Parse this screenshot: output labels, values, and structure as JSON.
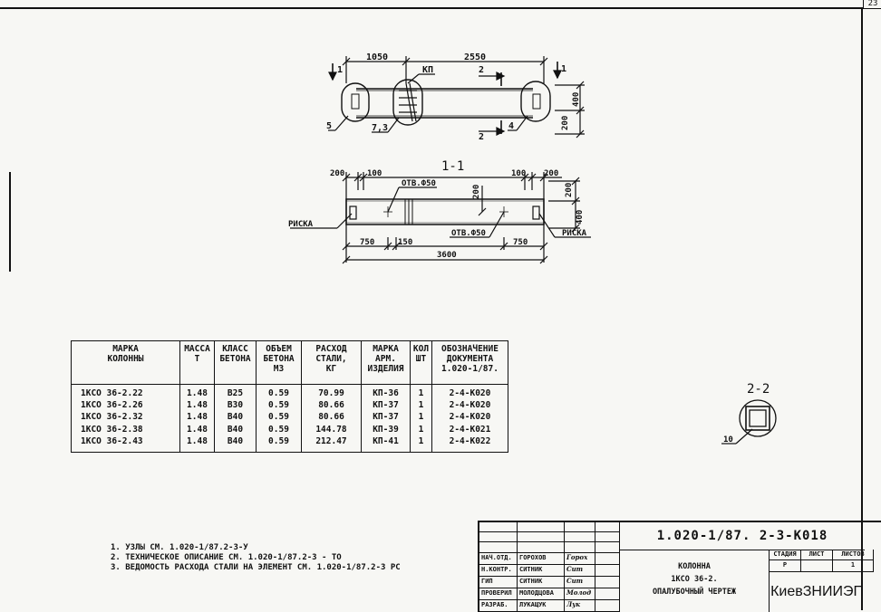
{
  "sheet": {
    "number": "23"
  },
  "plan": {
    "dim_1050": "1050",
    "dim_2550": "2550",
    "label_kp": "КП",
    "label_2_top": "2",
    "label_2_bottom": "2",
    "label_1_left": "1",
    "label_1_right": "1",
    "dim_400": "400",
    "dim_200": "200",
    "pos_5": "5",
    "pos_73": "7,3",
    "pos_4": "4"
  },
  "section_1_1": {
    "title": "1-1",
    "dim_200_left": "200",
    "dim_100_left": "100",
    "hole_top": "ОТВ.Ф50",
    "dim_200_mid": "200",
    "dim_100_right": "100",
    "dim_200_right": "200",
    "dim_200_side": "200",
    "dim_400_side": "400",
    "riska_left": "РИСКА",
    "riska_right": "РИСКА",
    "hole_bottom": "ОТВ.Ф50",
    "dim_750_left": "750",
    "dim_150": "150",
    "dim_750_right": "750",
    "dim_3600": "3600"
  },
  "section_2_2": {
    "title": "2-2",
    "pos_10": "10"
  },
  "spec_table": {
    "headers": [
      [
        "МАРКА",
        "КОЛОННЫ",
        ""
      ],
      [
        "МАССА",
        "Т",
        ""
      ],
      [
        "КЛАСС",
        "БЕТОНА",
        ""
      ],
      [
        "ОБЪЕМ",
        "БЕТОНА",
        "М3"
      ],
      [
        "РАСХОД",
        "СТАЛИ,",
        "КГ"
      ],
      [
        "МАРКА",
        "АРМ.",
        "ИЗДЕЛИЯ"
      ],
      [
        "КОЛ",
        "ШТ",
        ""
      ],
      [
        "ОБОЗНАЧЕНИЕ",
        "ДОКУМЕНТА",
        "1.020-1/87."
      ]
    ],
    "rows": [
      [
        "1КСО 36-2.22",
        "1.48",
        "В25",
        "0.59",
        "70.99",
        "КП-36",
        "1",
        "2-4-К020"
      ],
      [
        "1КСО 36-2.26",
        "1.48",
        "В30",
        "0.59",
        "80.66",
        "КП-37",
        "1",
        "2-4-К020"
      ],
      [
        "1КСО 36-2.32",
        "1.48",
        "В40",
        "0.59",
        "80.66",
        "КП-37",
        "1",
        "2-4-К020"
      ],
      [
        "1КСО 36-2.38",
        "1.48",
        "В40",
        "0.59",
        "144.78",
        "КП-39",
        "1",
        "2-4-К021"
      ],
      [
        "1КСО 36-2.43",
        "1.48",
        "В40",
        "0.59",
        "212.47",
        "КП-41",
        "1",
        "2-4-К022"
      ]
    ]
  },
  "notes": [
    "1. УЗЛЫ СМ. 1.020-1/87.2-3-У",
    "2. ТЕХНИЧЕСКОЕ ОПИСАНИЕ СМ. 1.020-1/87.2-3 - ТО",
    "3. ВЕДОМОСТЬ РАСХОДА СТАЛИ НА ЭЛЕМЕНТ СМ. 1.020-1/87.2-3 РС"
  ],
  "title_block": {
    "code": "1.020-1/87. 2-3-К018",
    "title_lines": [
      "КОЛОННА",
      "1КСО 36-2.",
      "ОПАЛУБОЧНЫЙ ЧЕРТЕЖ"
    ],
    "stage_header": "СТАДИЯ",
    "sheet_header": "ЛИСТ",
    "sheets_header": "ЛИСТОВ",
    "stage_value": "Р",
    "sheet_value": "",
    "sheets_value": "1",
    "organization": "КиевЗНИИЭП",
    "staff": [
      {
        "role": "НАЧ.ОТД.",
        "name": "ГОРОХОВ",
        "sign": "Горох"
      },
      {
        "role": "Н.КОНТР.",
        "name": "СИТНИК",
        "sign": "Сит"
      },
      {
        "role": "ГИП",
        "name": "СИТНИК",
        "sign": "Сит"
      },
      {
        "role": "ПРОВЕРИЛ",
        "name": "МОЛОДЦОВА",
        "sign": "Молод"
      },
      {
        "role": "РАЗРАБ.",
        "name": "ЛУКАЩУК",
        "sign": "Лук"
      }
    ]
  },
  "colors": {
    "ink": "#111111",
    "paper": "#f7f7f4"
  }
}
